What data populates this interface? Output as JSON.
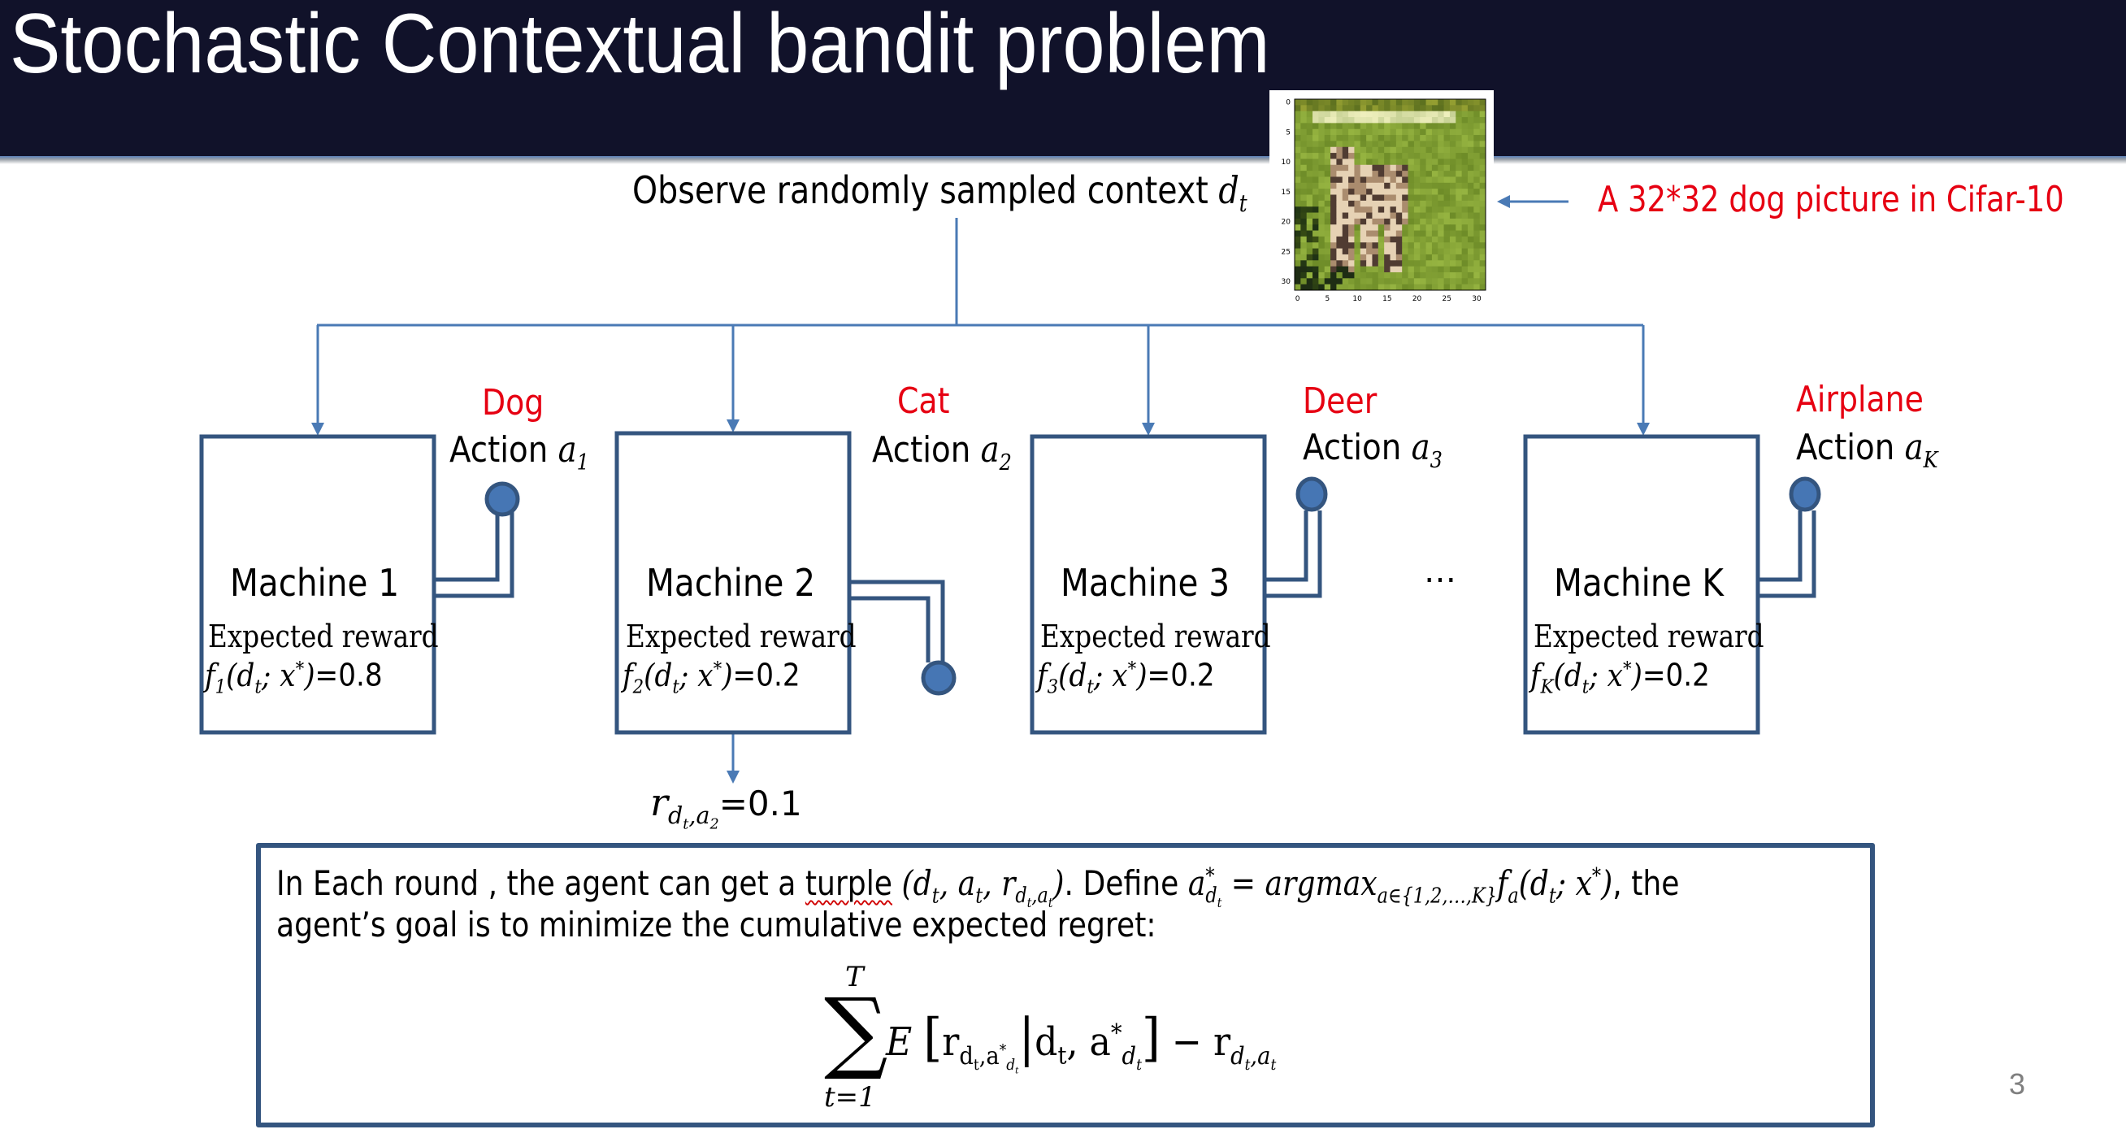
{
  "slide": {
    "title": "Stochastic Contextual bandit problem",
    "page_number": "3"
  },
  "context": {
    "label_prefix": "Observe randomly sampled context ",
    "symbol": "d",
    "symbol_sub": "t",
    "image_caption": "A 32*32 dog picture in Cifar-10",
    "image_axis_ticks": [
      "0",
      "5",
      "10",
      "15",
      "20",
      "25",
      "30"
    ],
    "image_size": "32x32"
  },
  "machines": [
    {
      "name": "Machine 1",
      "expected_label": "Expected reward",
      "f_sub": "1",
      "value": "=0.8",
      "class_label": "Dog",
      "action_label": "Action ",
      "action_sub": "1",
      "lever": "up"
    },
    {
      "name": "Machine 2",
      "expected_label": "Expected reward",
      "f_sub": "2",
      "value": "=0.2",
      "class_label": "Cat",
      "action_label": "Action ",
      "action_sub": "2",
      "lever": "down"
    },
    {
      "name": "Machine 3",
      "expected_label": "Expected reward",
      "f_sub": "3",
      "value": "=0.2",
      "class_label": "Deer",
      "action_label": "Action ",
      "action_sub": "3",
      "lever": "up"
    },
    {
      "name": "Machine K",
      "expected_label": "Expected reward",
      "f_sub": "K",
      "value": "=0.2",
      "class_label": "Airplane",
      "action_label": "Action ",
      "action_sub": "K",
      "lever": "up"
    }
  ],
  "ellipsis": "…",
  "observed_reward": {
    "symbol": "r",
    "sub": "d",
    "subsub": "t",
    "sub2": ",a",
    "sub2sub": "2",
    "value": "=0.1"
  },
  "text_box": {
    "line1_a": "In Each round , the agent can get a ",
    "line1_misspelled": "turple",
    "line1_b": " (d",
    "line1_math": "t, a t, r dt,at",
    "line1_define": "). Define ",
    "line1_formula": "a*dt = argmax a∈{1,2,…,K} fa(dt; x*)",
    "line1_end": ", the",
    "line2": "agent’s goal is to minimize the cumulative expected regret:",
    "formula_sum_top": "T",
    "formula_sum_bottom": "t=1",
    "formula_text": "E [ r dt,a*dt | dt, a*dt ] − r dt,at"
  },
  "colors": {
    "header_bg": "#11122a",
    "accent_red": "#e60012",
    "box_border": "#34557f",
    "connector_blue": "#4a7ab5",
    "knob_fill": "#4676b4"
  }
}
